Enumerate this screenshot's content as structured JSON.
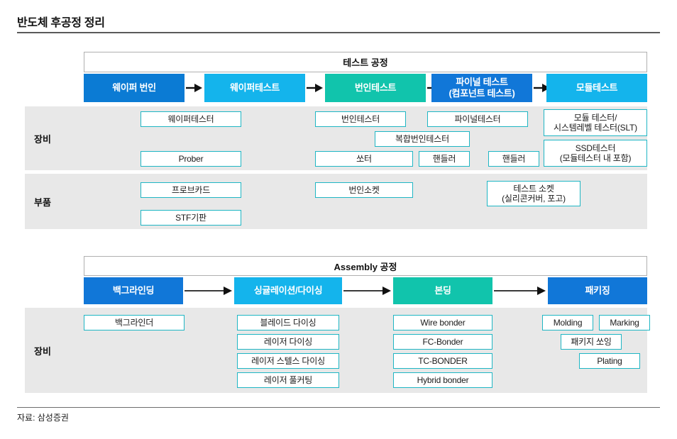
{
  "page": {
    "title": "반도체 후공정 정리",
    "source_note": "자료: 삼성증권"
  },
  "colors": {
    "stage_dark_blue": "#0b7bd4",
    "stage_light_blue": "#14b4ec",
    "stage_teal": "#11c4ac",
    "stage_blue": "#1177d8",
    "item_border": "#1fb6c4",
    "band_bg": "#e8e8e8",
    "banner_border": "#b0b0b0",
    "rule": "#5a5a5a"
  },
  "test_section": {
    "banner": "테스트 공정",
    "stages": [
      {
        "label": "웨이퍼 번인",
        "color": "#0b7bd4"
      },
      {
        "label": "웨이퍼테스트",
        "color": "#14b4ec"
      },
      {
        "label": "번인테스트",
        "color": "#11c4ac"
      },
      {
        "label": "파이널 테스트\n(컴포넌트 테스트)",
        "line1": "파이널 테스트",
        "line2": "(컴포넌트 테스트)",
        "color": "#1177d8"
      },
      {
        "label": "모듈테스트",
        "color": "#14b4ec"
      }
    ],
    "rows": [
      {
        "label": "장비",
        "items": [
          {
            "text": "웨이퍼테스터"
          },
          {
            "text": "Prober"
          },
          {
            "text": "번인테스터"
          },
          {
            "text": "복합번인테스터"
          },
          {
            "text": "쏘터"
          },
          {
            "text": "핸들러"
          },
          {
            "text": "파이널테스터"
          },
          {
            "text": "핸들러"
          },
          {
            "line1": "모듈 테스터/",
            "line2": "시스템레벨 테스터(SLT)"
          },
          {
            "line1": "SSD테스터",
            "line2": "(모듈테스터 내 포함)"
          }
        ]
      },
      {
        "label": "부품",
        "items": [
          {
            "text": "프로브카드"
          },
          {
            "text": "STF기판"
          },
          {
            "text": "번인소켓"
          },
          {
            "line1": "테스트 소켓",
            "line2": "(실리콘커버, 포고)"
          }
        ]
      }
    ]
  },
  "assembly_section": {
    "banner": "Assembly 공정",
    "stages": [
      {
        "label": "백그라인딩",
        "color": "#1177d8"
      },
      {
        "label": "싱귤레이션/다이싱",
        "color": "#14b4ec"
      },
      {
        "label": "본딩",
        "color": "#11c4ac"
      },
      {
        "label": "패키징",
        "color": "#1177d8"
      }
    ],
    "rows": [
      {
        "label": "장비",
        "columns": [
          {
            "items": [
              "백그라인더"
            ]
          },
          {
            "items": [
              "블레이드 다이싱",
              "레이저 다이싱",
              "레이저 스텔스 다이싱",
              "레이저 풀커팅"
            ]
          },
          {
            "items": [
              "Wire bonder",
              "FC-Bonder",
              "TC-BONDER",
              "Hybrid bonder"
            ]
          },
          {
            "items": [
              "Molding",
              "Marking",
              "패키지 쏘잉",
              "Plating"
            ]
          }
        ]
      }
    ]
  }
}
